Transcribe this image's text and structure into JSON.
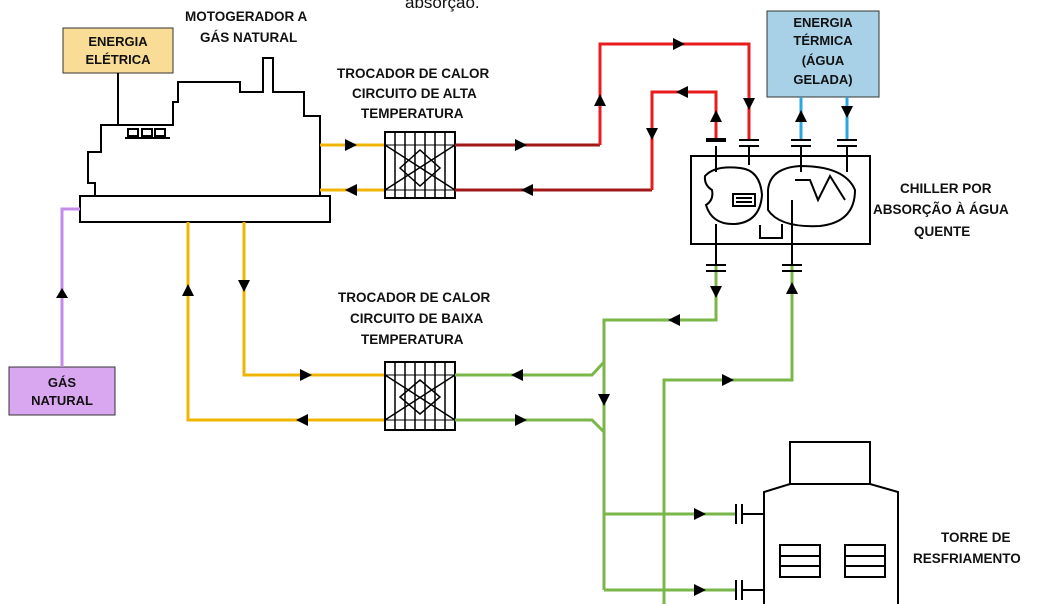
{
  "top_text": "absorção.",
  "labels": {
    "motogerador_1": "MOTOGERADOR A",
    "motogerador_2": "GÁS NATURAL",
    "trocador_alta_1": "TROCADOR DE CALOR",
    "trocador_alta_2": "CIRCUITO DE ALTA",
    "trocador_alta_3": "TEMPERATURA",
    "trocador_baixa_1": "TROCADOR DE CALOR",
    "trocador_baixa_2": "CIRCUITO DE BAIXA",
    "trocador_baixa_3": "TEMPERATURA",
    "chiller_1": "CHILLER POR",
    "chiller_2": "ABSORÇÃO À ÁGUA",
    "chiller_3": "QUENTE",
    "torre_1": "TORRE DE",
    "torre_2": "RESFRIAMENTO"
  },
  "boxes": {
    "energia_eletrica_1": "ENERGIA",
    "energia_eletrica_2": "ELÉTRICA",
    "energia_termica_1": "ENERGIA",
    "energia_termica_2": "TÉRMICA",
    "energia_termica_3": "(ÁGUA",
    "energia_termica_4": "GELADA)",
    "gas_natural_1": "GÁS",
    "gas_natural_2": "NATURAL"
  },
  "colors": {
    "energia_eletrica_fill": "#f9dc96",
    "energia_termica_fill": "#a8d0e6",
    "gas_natural_fill": "#d9a6f0",
    "yellow_line": "#f0b400",
    "dark_red_line": "#a01818",
    "red_line": "#e81c1c",
    "green_line": "#7ab648",
    "blue_line": "#29a8e0",
    "purple_line": "#c58be8"
  }
}
